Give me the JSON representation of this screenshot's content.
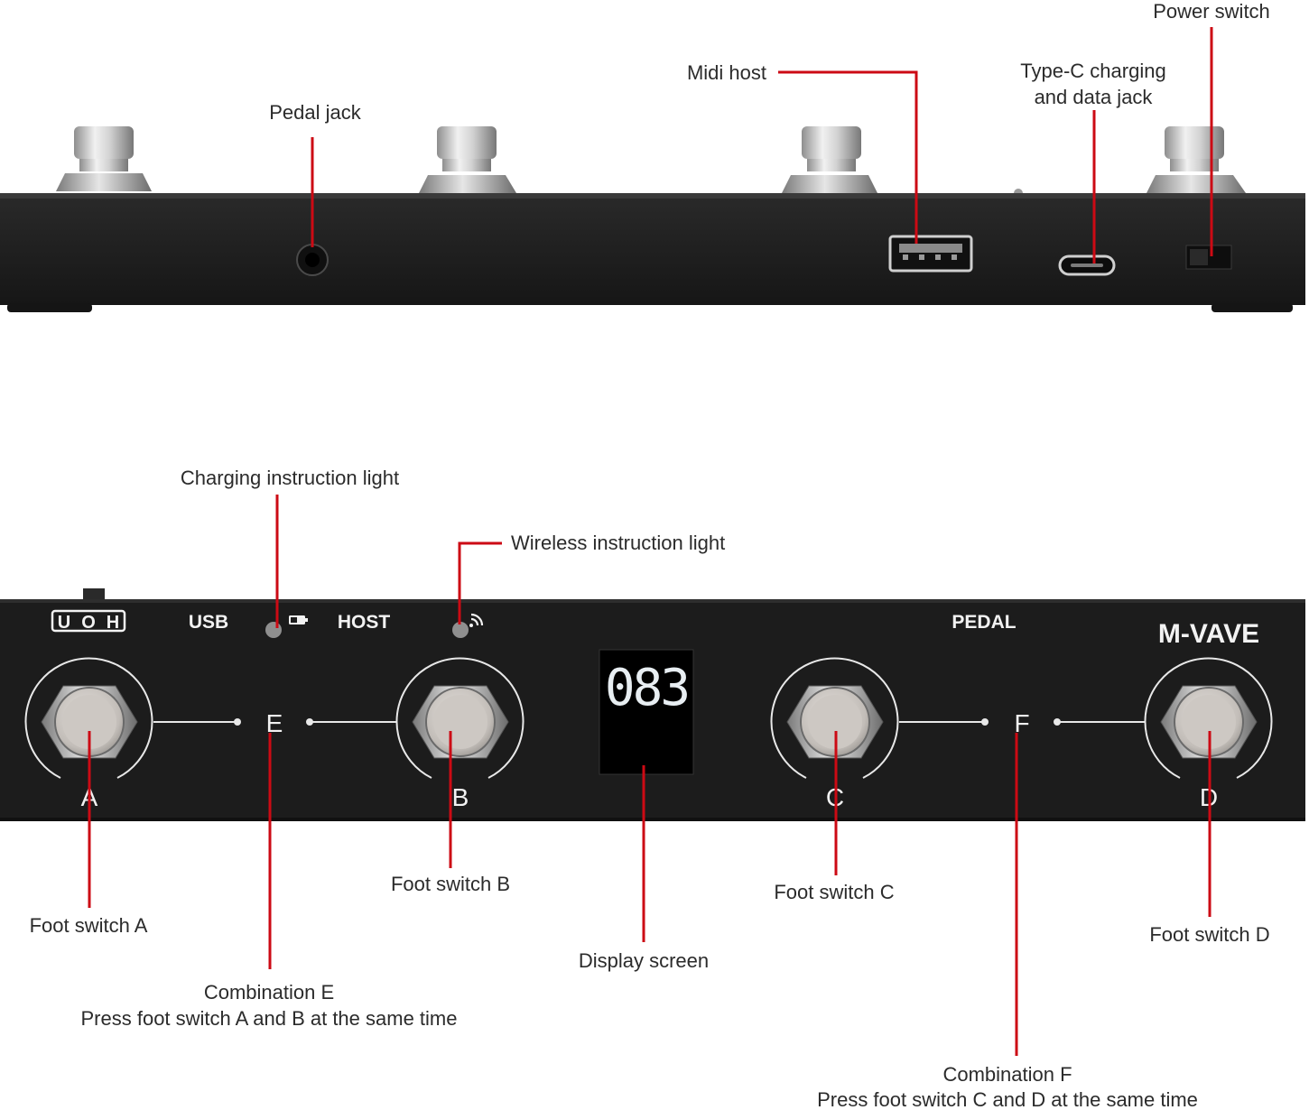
{
  "annotations": {
    "power_switch": "Power switch",
    "midi_host": "Midi host",
    "type_c": {
      "line1": "Type-C charging",
      "line2": "and data jack"
    },
    "pedal_jack": "Pedal jack",
    "charging_light": "Charging instruction light",
    "wireless_light": "Wireless instruction light",
    "foot_switch_a": "Foot switch A",
    "foot_switch_b": "Foot switch B",
    "foot_switch_c": "Foot switch C",
    "foot_switch_d": "Foot switch D",
    "display_screen": "Display screen",
    "combination_e": {
      "line1": "Combination E",
      "line2": "Press foot switch A and B at the same time"
    },
    "combination_f": {
      "line1": "Combination F",
      "line2": "Press foot switch C and D at the same time"
    }
  },
  "panel": {
    "mode_switch": "UOH",
    "mode_switch_letters": [
      "U",
      "O",
      "H"
    ],
    "usb_label": "USB",
    "host_label": "HOST",
    "pedal_label": "PEDAL",
    "brand": "M-VAVE",
    "display_value": "083",
    "switch_letters": [
      "A",
      "B",
      "C",
      "D"
    ],
    "combination_letters": [
      "E",
      "F"
    ]
  },
  "colors": {
    "leader_line": "#cc0a14",
    "panel_body": "#1e1e1e",
    "display_digits": "#e8eef2",
    "panel_print": "#f2f2f2"
  },
  "icons": [
    "battery-icon",
    "wireless-icon"
  ]
}
